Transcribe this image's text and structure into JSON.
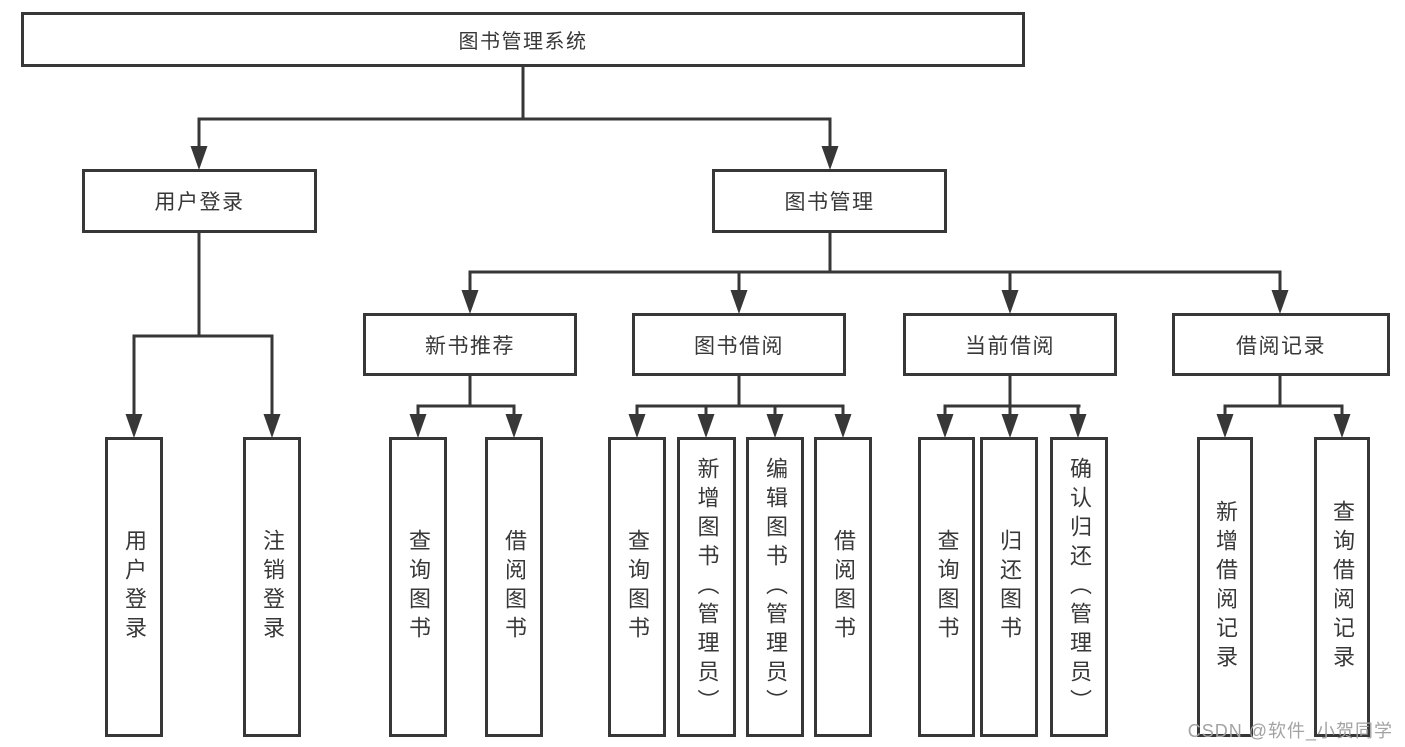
{
  "diagram": {
    "root": "图书管理系统",
    "branches": {
      "user_login": "用户登录",
      "book_mgmt": "图书管理"
    },
    "modules": {
      "new_book_rec": "新书推荐",
      "book_borrow": "图书借阅",
      "current_borrow": "当前借阅",
      "borrow_record": "借阅记录"
    },
    "leaves": {
      "user_login": "用户登录",
      "logout": "注销登录",
      "nbr_query": "查询图书",
      "nbr_borrow": "借阅图书",
      "bb_query": "查询图书",
      "bb_add": "新增图书（管理员）",
      "bb_edit": "编辑图书（管理员）",
      "bb_borrow": "借阅图书",
      "cb_query": "查询图书",
      "cb_return": "归还图书",
      "cb_confirm": "确认归还（管理员）",
      "br_add": "新增借阅记录",
      "br_query": "查询借阅记录"
    }
  },
  "watermark": "CSDN @软件_小贺同学",
  "colors": {
    "line": "#373737",
    "text": "#383838",
    "watermark": "#a3a3a3",
    "background": "#ffffff"
  }
}
